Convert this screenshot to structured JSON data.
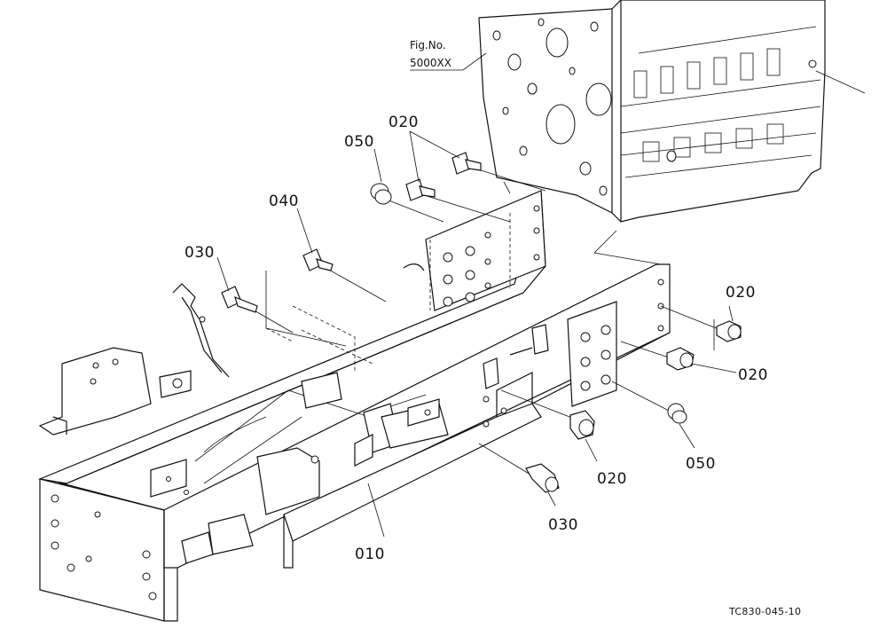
{
  "figure_ref": {
    "line1": "Fig.No.",
    "line2": "5000XX"
  },
  "callouts": {
    "c010": "010",
    "c020_top": "020",
    "c020_r1": "020",
    "c020_r2": "020",
    "c020_bottom": "020",
    "c030_left": "030",
    "c030_bottom": "030",
    "c040": "040",
    "c050_top": "050",
    "c050_right": "050"
  },
  "doc_id": "TC830-045-10"
}
